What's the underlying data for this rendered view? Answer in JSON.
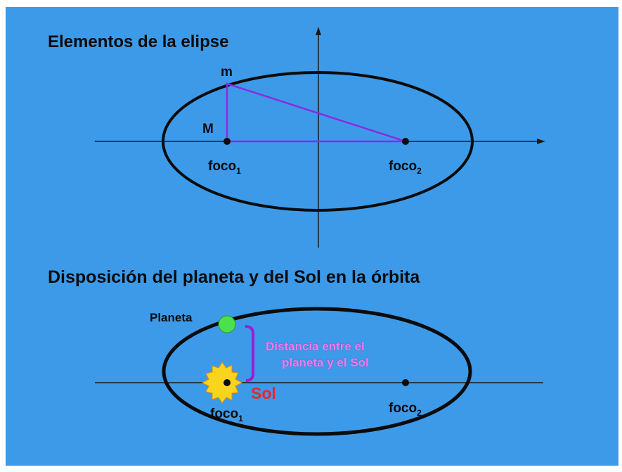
{
  "top_diagram": {
    "title": "Elementos de la elipse",
    "point_m": "m",
    "point_M": "M",
    "focus1_base": "foco",
    "focus1_sub": "1",
    "focus2_base": "foco",
    "focus2_sub": "2"
  },
  "bottom_diagram": {
    "title": "Disposición del planeta y del Sol en la órbita",
    "planet_label": "Planeta",
    "distance_line1": "Distancia entre el",
    "distance_line2": "planeta y el Sol",
    "sun_label": "Sol",
    "focus1_base": "foco",
    "focus1_sub": "1",
    "focus2_base": "foco",
    "focus2_sub": "2"
  },
  "colors": {
    "background": "#3d9ae8",
    "ellipse": "#0b0b0b",
    "triangle": "#8a2be2",
    "planet": "#4ce04c",
    "sun": "#f7d51d",
    "bracket": "#9a1fd6",
    "distance_text": "#f07cf0",
    "sun_text": "#e8262a"
  }
}
